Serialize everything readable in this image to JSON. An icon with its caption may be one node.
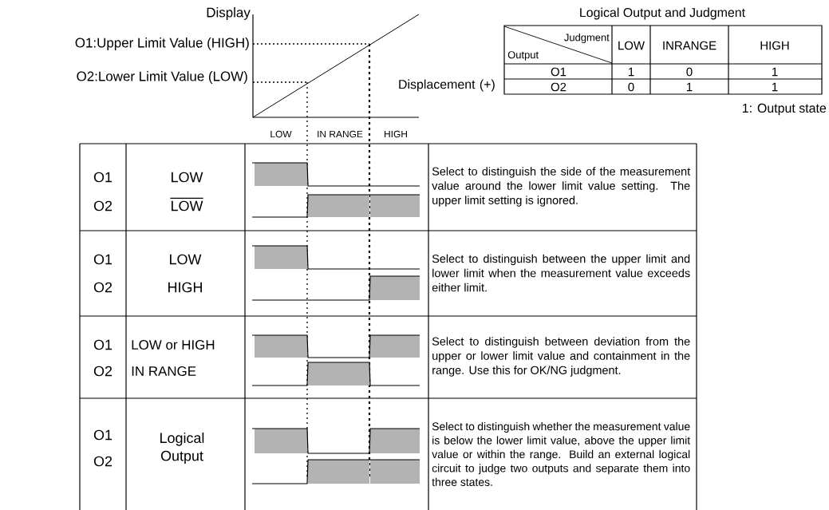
{
  "diagram": {
    "labels": [
      "Display",
      "Logical Output and Judgment",
      "O1:Upper Limit Value (HIGH)",
      "Judgment",
      "Output",
      "LOW",
      "INRANGE",
      "HIGH",
      "O2:Lower Limit Value (LOW)",
      "Displacement (+)",
      "O1",
      "1",
      "0",
      "1",
      "O2",
      "0",
      "1",
      "1",
      "LOW",
      "IN RANGE",
      "HIGH",
      "1: Output state",
      "O1",
      "O2",
      "LOW",
      "LOW",
      "Select to distinguish the side of the measurement value around the lower limit value setting. The upper limit setting is ignored.",
      "O1",
      "O2",
      "LOW",
      "HIGH",
      "Select to distinguish between the upper limit and lower limit when the measurement value exceeds either limit.",
      "O1",
      "O2",
      "LOW or HIGH",
      "IN RANGE",
      "Select to distinguish between deviation from the upper or lower limit value and containment in the range. Use this for OK/NG judgment.",
      "O1",
      "O2",
      "Logical Output",
      "Select to distinguish whether the measurement value is below the lower limit value, above the upper limit value or within the range. Build an external logical circuit to judge two outputs and separate them into three states."
    ]
  }
}
